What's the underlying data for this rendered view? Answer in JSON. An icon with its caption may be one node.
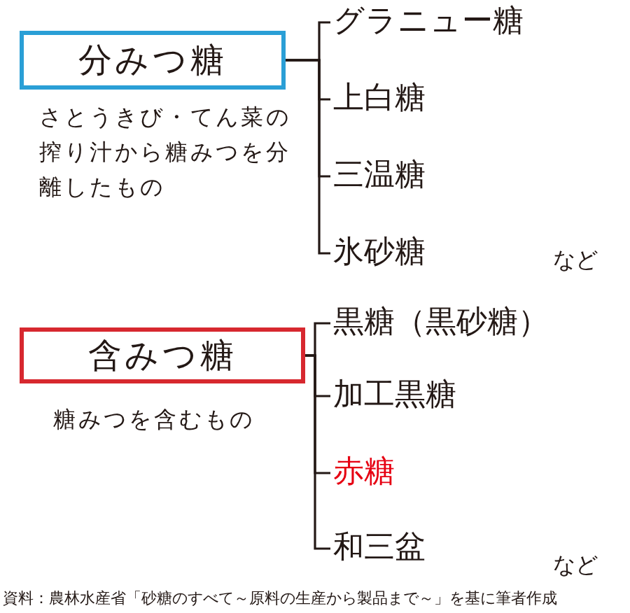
{
  "diagram": {
    "caption": "資料：農林水産省「砂糖のすべて～原料の生産から製品まで～」を基に筆者作成",
    "nodes": [
      {
        "text": [
          "分みつ糖"
        ],
        "beside": [
          "さとうきび・てん菜の搾り汁から糖みつを分離したもの"
        ]
      },
      {
        "text": [
          "グラニュー糖"
        ]
      },
      {
        "text": [
          "上白糖"
        ]
      },
      {
        "text": [
          "三温糖"
        ]
      },
      {
        "text": [
          "氷砂糖"
        ]
      },
      {
        "text": [
          "含みつ糖"
        ],
        "beside": [
          "糖みつを含むもの"
        ]
      },
      {
        "text": [
          "黒糖（黒砂糖）"
        ]
      },
      {
        "text": [
          "加工黒糖"
        ]
      },
      {
        "text": [
          "赤糖"
        ]
      },
      {
        "text": [
          "和三盆"
        ]
      }
    ],
    "edges": [
      {
        "from": 0,
        "to": 1,
        "arrow": "none"
      },
      {
        "from": 0,
        "to": 2,
        "arrow": "none"
      },
      {
        "from": 0,
        "to": 3,
        "arrow": "none"
      },
      {
        "from": 0,
        "to": 4,
        "arrow": "none"
      },
      {
        "from": 5,
        "to": 6,
        "arrow": "none"
      },
      {
        "from": 5,
        "to": 7,
        "arrow": "none"
      },
      {
        "from": 5,
        "to": 8,
        "arrow": "none"
      },
      {
        "from": 5,
        "to": 9,
        "arrow": "none"
      }
    ],
    "labels": [
      "など",
      "など"
    ]
  }
}
